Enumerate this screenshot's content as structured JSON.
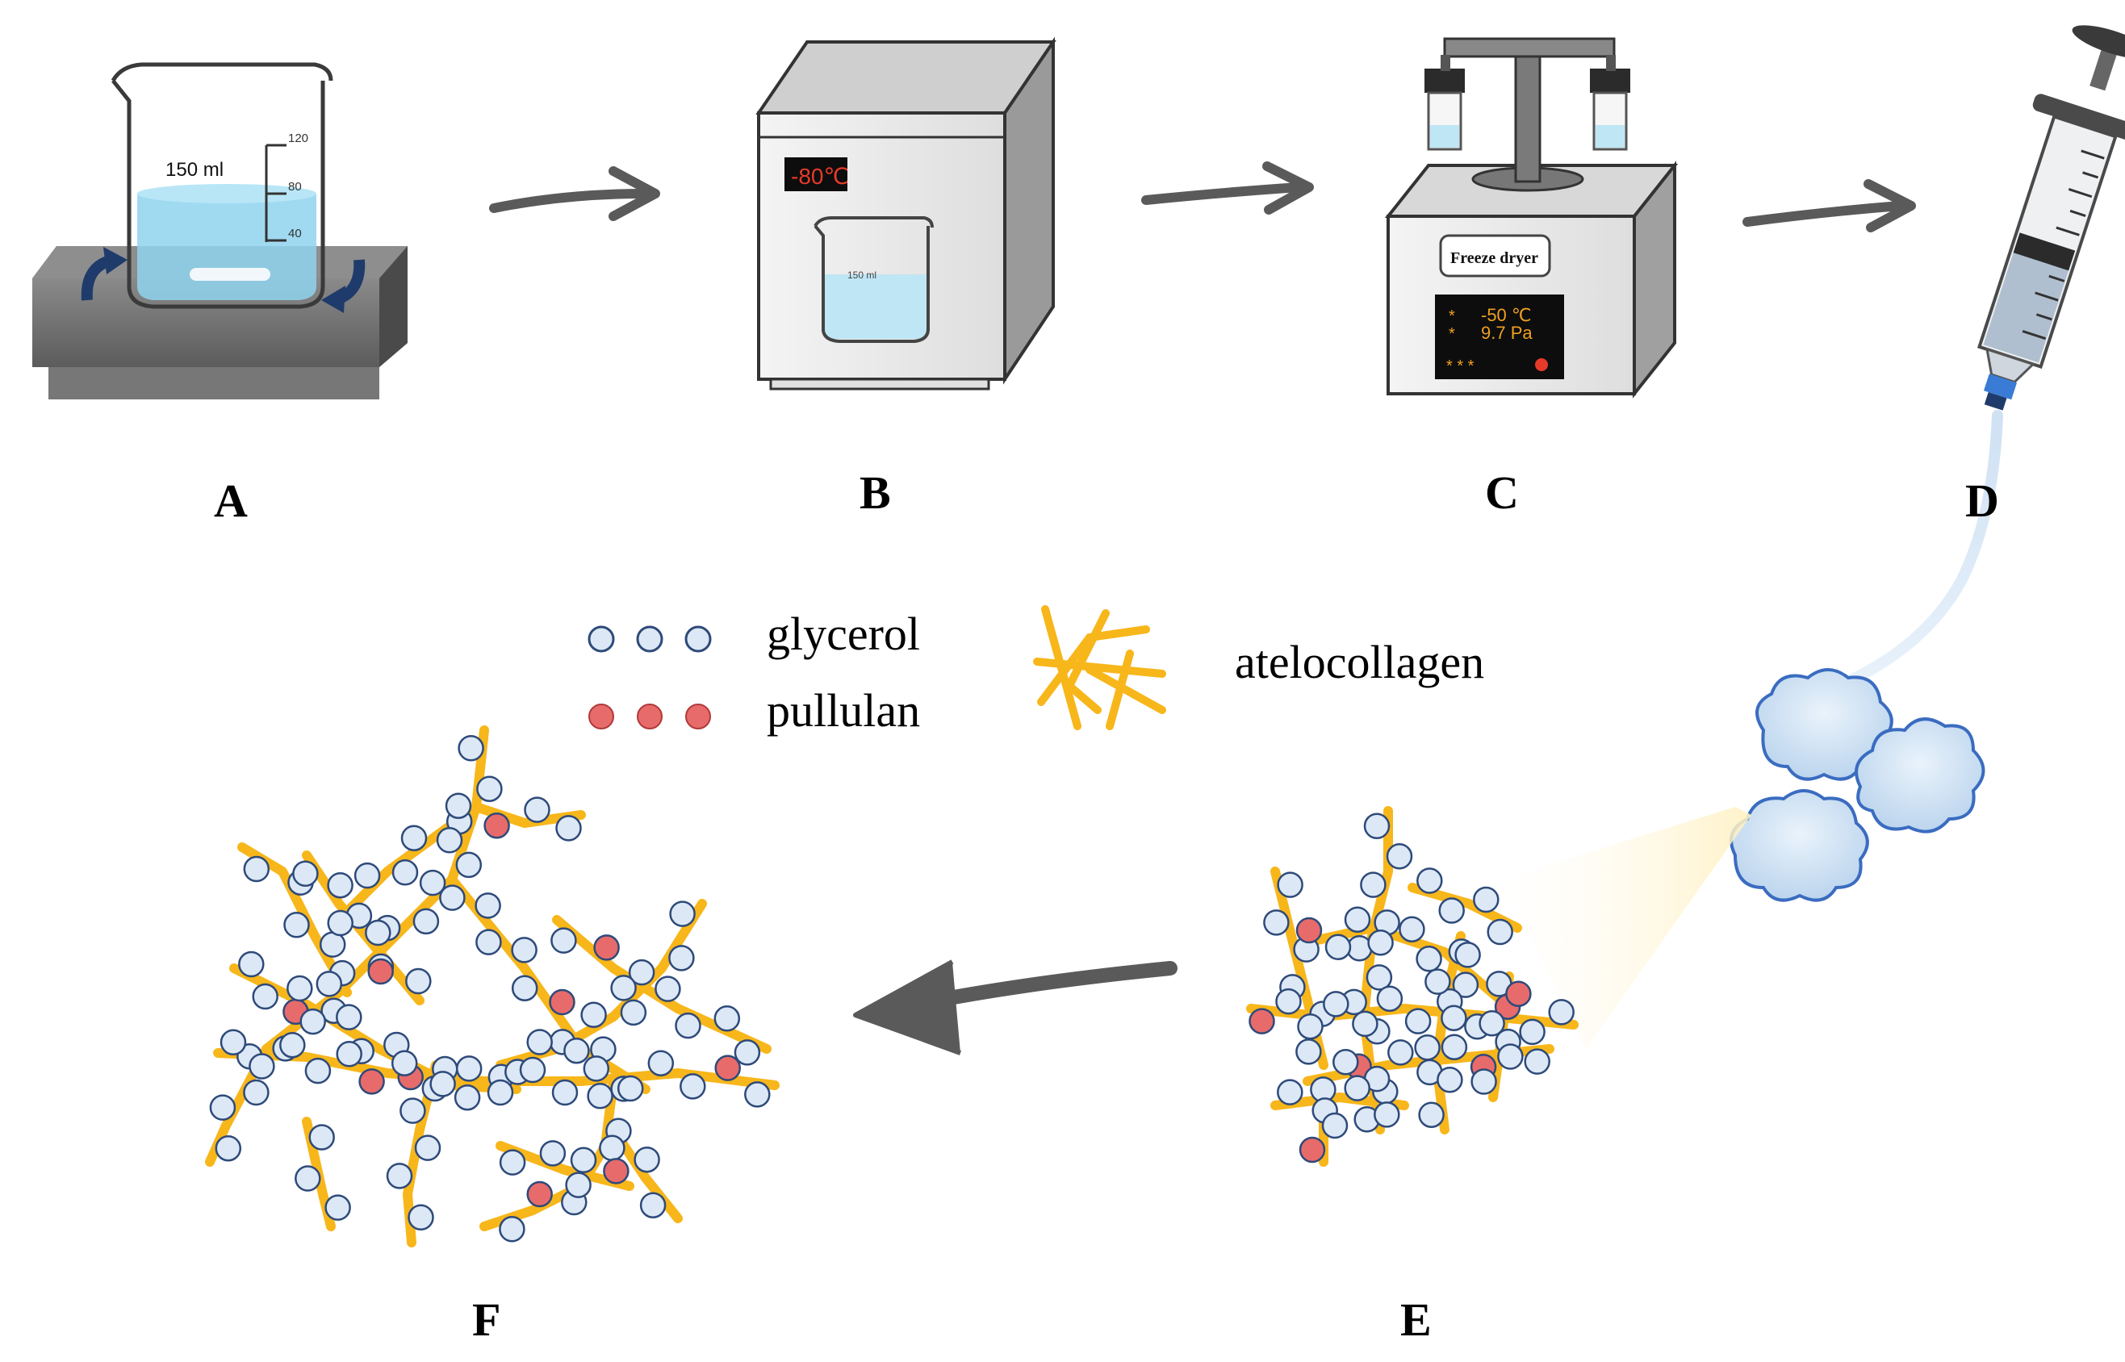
{
  "panels": {
    "A": "A",
    "B": "B",
    "C": "C",
    "D": "D",
    "E": "E",
    "F": "F"
  },
  "beaker": {
    "volume_label": "150 ml",
    "ticks": [
      "120",
      "80",
      "40"
    ]
  },
  "freezer": {
    "temperature": "-80℃",
    "inner_beaker_label": "150 ml"
  },
  "freeze_dryer": {
    "name": "Freeze dryer",
    "temperature": "-50 ℃",
    "pressure": "9.7 Pa",
    "indicators": "* * *"
  },
  "legend": {
    "glycerol": "glycerol",
    "pullulan": "pullulan",
    "atelocollagen": "atelocollagen"
  },
  "colors": {
    "glycerol_fill": "#dce8f5",
    "glycerol_stroke": "#2e4a7a",
    "pullulan_fill": "#e86b6b",
    "atelocollagen": "#f7b61a",
    "liquid": "#8fd3ee",
    "arrow": "#5a5a5a",
    "display_bg": "#0d0d0d",
    "display_text": "#f0a020"
  }
}
